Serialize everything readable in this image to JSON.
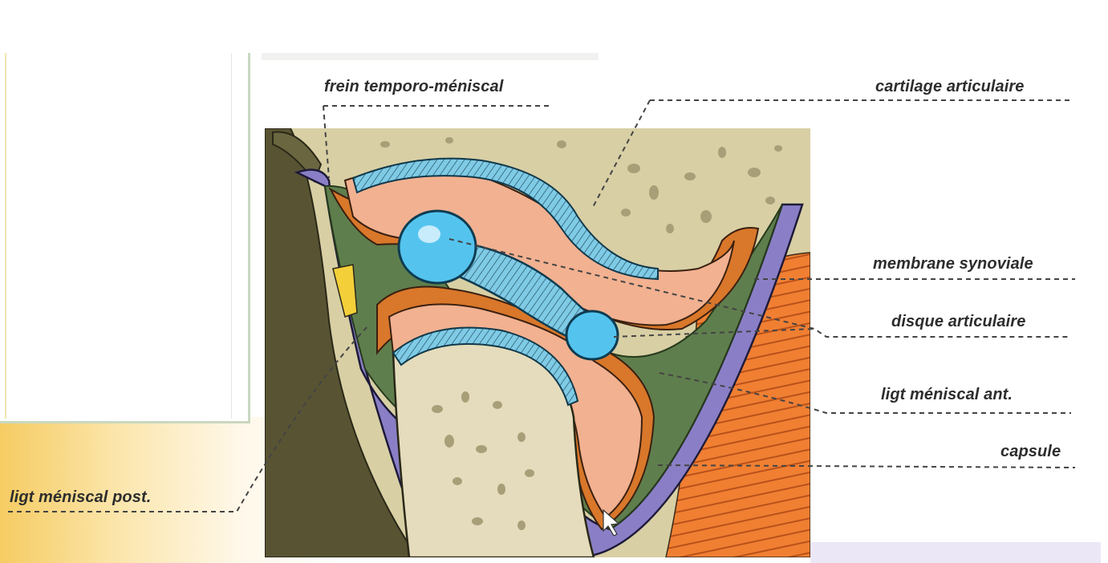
{
  "labels": {
    "frein_temporo_meniscal": "frein temporo-méniscal",
    "cartilage_articulaire": "cartilage articulaire",
    "membrane_synoviale": "membrane synoviale",
    "disque_articulaire": "disque articulaire",
    "ligt_meniscal_ant": "ligt méniscal ant.",
    "capsule": "capsule",
    "ligt_meniscal_post": "ligt méniscal post."
  },
  "colors": {
    "bone": "#d8cfa4",
    "bone_spots": "#a89f78",
    "cartilage": "#68c3e6",
    "synovial": "#f2b190",
    "capsule": "#8a7fc6",
    "ligament": "#5f7e4d",
    "orange_tissue": "#d9772a",
    "muscle": "#f08a3c",
    "dark_bone": "#585433",
    "disc": "#54c4ef"
  }
}
